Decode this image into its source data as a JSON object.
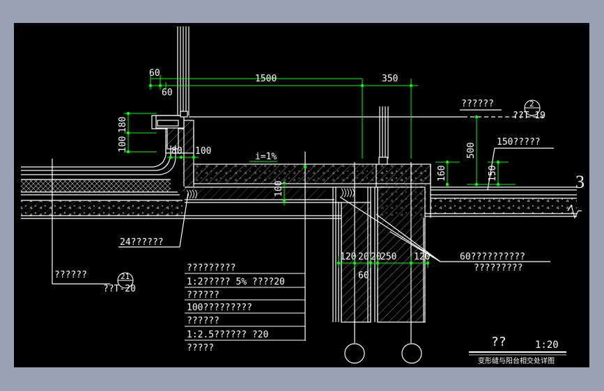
{
  "dimensions": {
    "d60_top": "60",
    "d60_bottom": "60",
    "d1500": "1500",
    "d350": "350",
    "d100": "100",
    "d180": "180",
    "d80": "80",
    "d100b": "100",
    "slope": "i=1%",
    "d100_vertical": "100",
    "d500": "500",
    "d160": "160",
    "d150": "150",
    "d120a": "120",
    "d20a": "20",
    "d20b": "20",
    "d250": "250",
    "d120b": "120",
    "d60_col": "60"
  },
  "callouts": {
    "top_right_text": "??????",
    "top_right_ref_number": "2",
    "top_right_ref_sheet": "??T-19",
    "mid_right_label": "150?????",
    "section_number": "3",
    "left_leader": "24??????",
    "bottom_left_text": "??????",
    "bottom_left_ref_number": "21",
    "bottom_left_ref_sheet": "??T-20",
    "right_leader_line1": "60??????????",
    "right_leader_line2": "?????????"
  },
  "layers": [
    "?????????",
    "1:2?????   5%  ????20",
    "??????",
    "100?????????",
    "??????",
    "1:2.5??????  ?20",
    "?????"
  ],
  "title_block": {
    "title": "??",
    "scale": "1:20",
    "subtitle": "变形缝与阳台相交处详图"
  },
  "colors": {
    "background": "#000000",
    "frame": "#9aa3b3",
    "line": "#ffffff",
    "dimension": "#00ff00"
  }
}
